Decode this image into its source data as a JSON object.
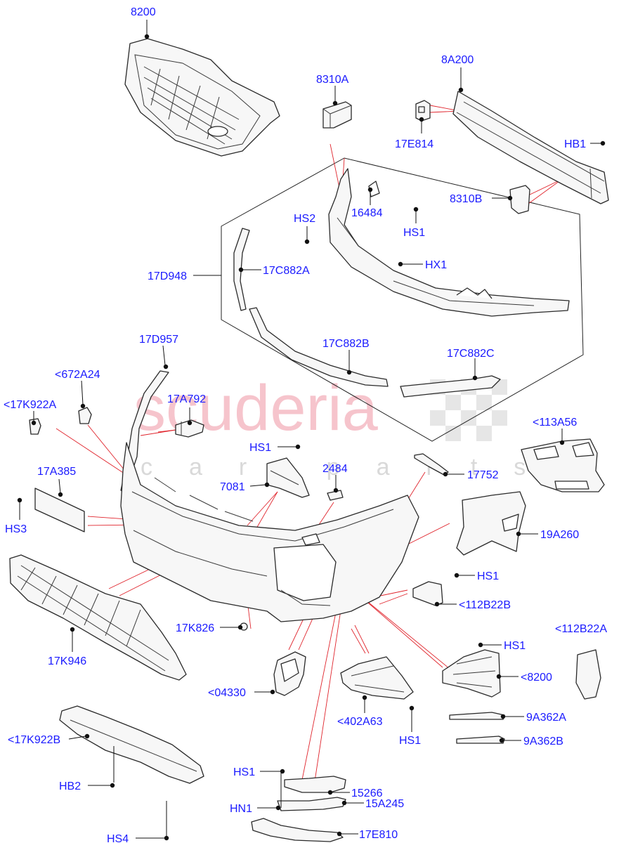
{
  "diagram": {
    "watermark": {
      "brand": "scuderia",
      "sub": "car parts"
    },
    "labels": {
      "p8200_top": "8200",
      "p8310A": "8310A",
      "p8A200": "8A200",
      "p17E814": "17E814",
      "pHB1": "HB1",
      "p8310B": "8310B",
      "pHS2": "HS2",
      "p16484": "16484",
      "pHS1_a": "HS1",
      "p17D948": "17D948",
      "p17C882A": "17C882A",
      "pHX1": "HX1",
      "p17C882B": "17C882B",
      "p17C882C": "17C882C",
      "p17D957": "17D957",
      "p672A24": "<672A24",
      "p17K922A": "<17K922A",
      "p17A792": "17A792",
      "p113A56": "<113A56",
      "pHS1_b": "HS1",
      "p2484": "2484",
      "p17752": "17752",
      "p7081": "7081",
      "p17A385": "17A385",
      "pHS3": "HS3",
      "p19A260": "19A260",
      "pHS1_c": "HS1",
      "p112B22B": "<112B22B",
      "p17K826": "17K826",
      "p112B22A": "<112B22A",
      "p17K946": "17K946",
      "pHS1_d": "HS1",
      "p8200_b": "<8200",
      "p04330": "<04330",
      "p402A63": "<402A63",
      "pHS1_e": "HS1",
      "p9A362A": "9A362A",
      "p9A362B": "9A362B",
      "p17K922B": "<17K922B",
      "pHS1_f": "HS1",
      "p15266": "15266",
      "pHB2": "HB2",
      "pHN1": "HN1",
      "p15A245": "15A245",
      "pHS4": "HS4",
      "p17E810": "17E810"
    }
  }
}
